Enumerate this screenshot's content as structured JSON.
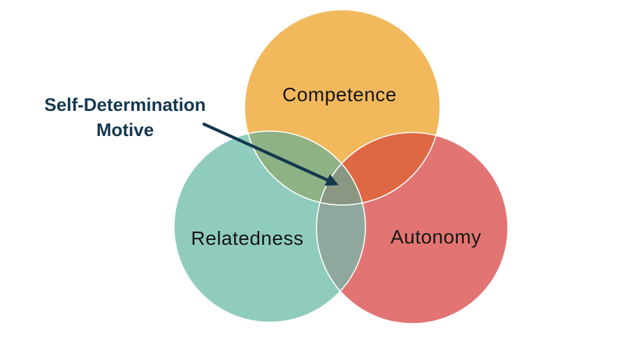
{
  "annotation": {
    "line1": "Self-Determination",
    "line2": "Motive"
  },
  "labels": {
    "competence": "Competence",
    "relatedness": "Relatedness",
    "autonomy": "Autonomy"
  },
  "colors": {
    "competence": "#F1B85C",
    "relatedness": "#90CCBE",
    "autonomy": "#E27573",
    "overlap_competence_relatedness": "#8EB285",
    "overlap_competence_autonomy": "#DE6843",
    "overlap_relatedness_autonomy": "#8EA89D",
    "overlap_center": "#8A9883",
    "annotation_text": "#15384E",
    "label_text": "#151515",
    "background": "#FFFFFF"
  }
}
